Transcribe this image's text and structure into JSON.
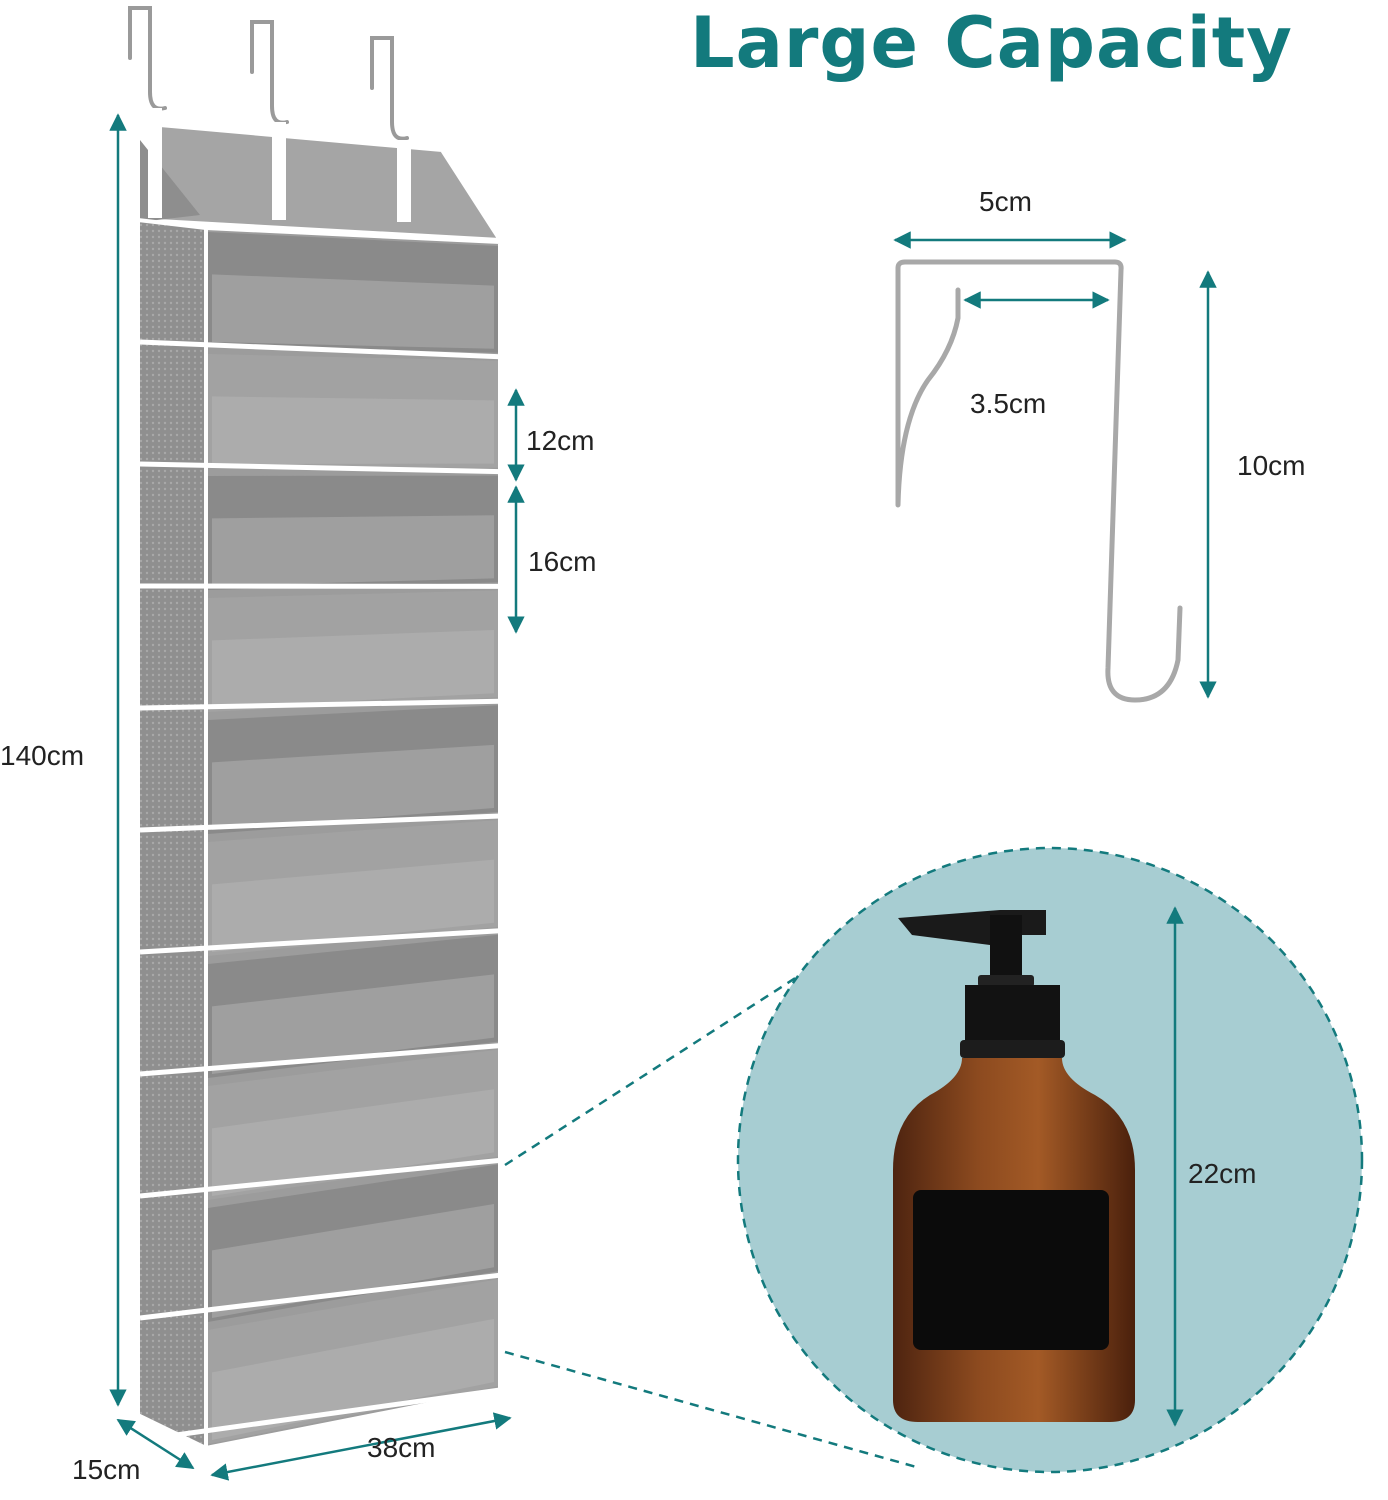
{
  "title": "Large Capacity",
  "colors": {
    "accent": "#137a7d",
    "circle_fill": "#a7cdd2",
    "organizer_gray": "#9c9c9c",
    "bottle_amber": "#7a3d18"
  },
  "organizer": {
    "pocket_rows": 10,
    "dimensions": {
      "height": "140cm",
      "depth": "15cm",
      "width": "38cm",
      "pocket_small": "12cm",
      "pocket_large": "16cm"
    }
  },
  "hook": {
    "dimensions": {
      "width": "5cm",
      "gap": "3.5cm",
      "height": "10cm"
    },
    "count": 3
  },
  "bottle": {
    "height": "22cm"
  }
}
